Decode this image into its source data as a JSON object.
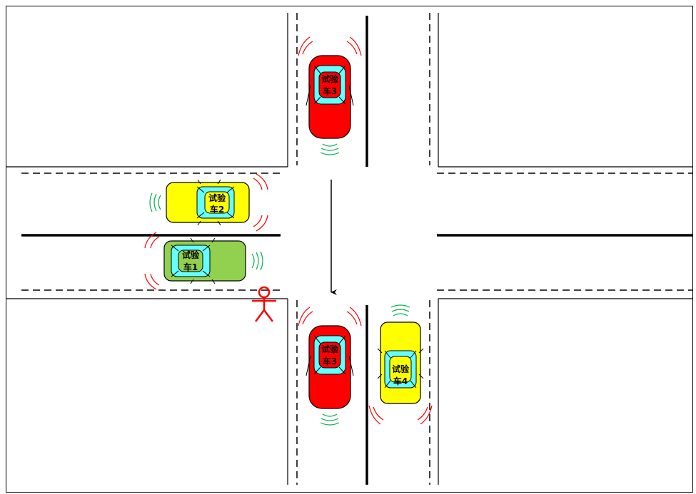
{
  "colors": {
    "red": "#ff0000",
    "yellow": "#ffff00",
    "green": "#92d050",
    "glass": "#66ffff",
    "wave_red": "#ff0000",
    "wave_green": "#00b050",
    "line": "#000000"
  },
  "cars": [
    {
      "id": "car3-top",
      "label_line1": "试验",
      "label_line2": "车3",
      "body_color": "red",
      "heading": "up"
    },
    {
      "id": "car2",
      "label_line1": "试验",
      "label_line2": "车2",
      "body_color": "yellow",
      "heading": "right"
    },
    {
      "id": "car1",
      "label_line1": "试验",
      "label_line2": "车1",
      "body_color": "green",
      "heading": "left"
    },
    {
      "id": "car3-bottom",
      "label_line1": "试验",
      "label_line2": "车3",
      "body_color": "red",
      "heading": "up"
    },
    {
      "id": "car4",
      "label_line1": "试验",
      "label_line2": "车4",
      "body_color": "yellow",
      "heading": "down"
    }
  ],
  "pedestrian": {
    "icon": "pedestrian-icon",
    "color": "#ff0000"
  },
  "motion_arrow": {
    "icon": "arrow-down-icon"
  }
}
